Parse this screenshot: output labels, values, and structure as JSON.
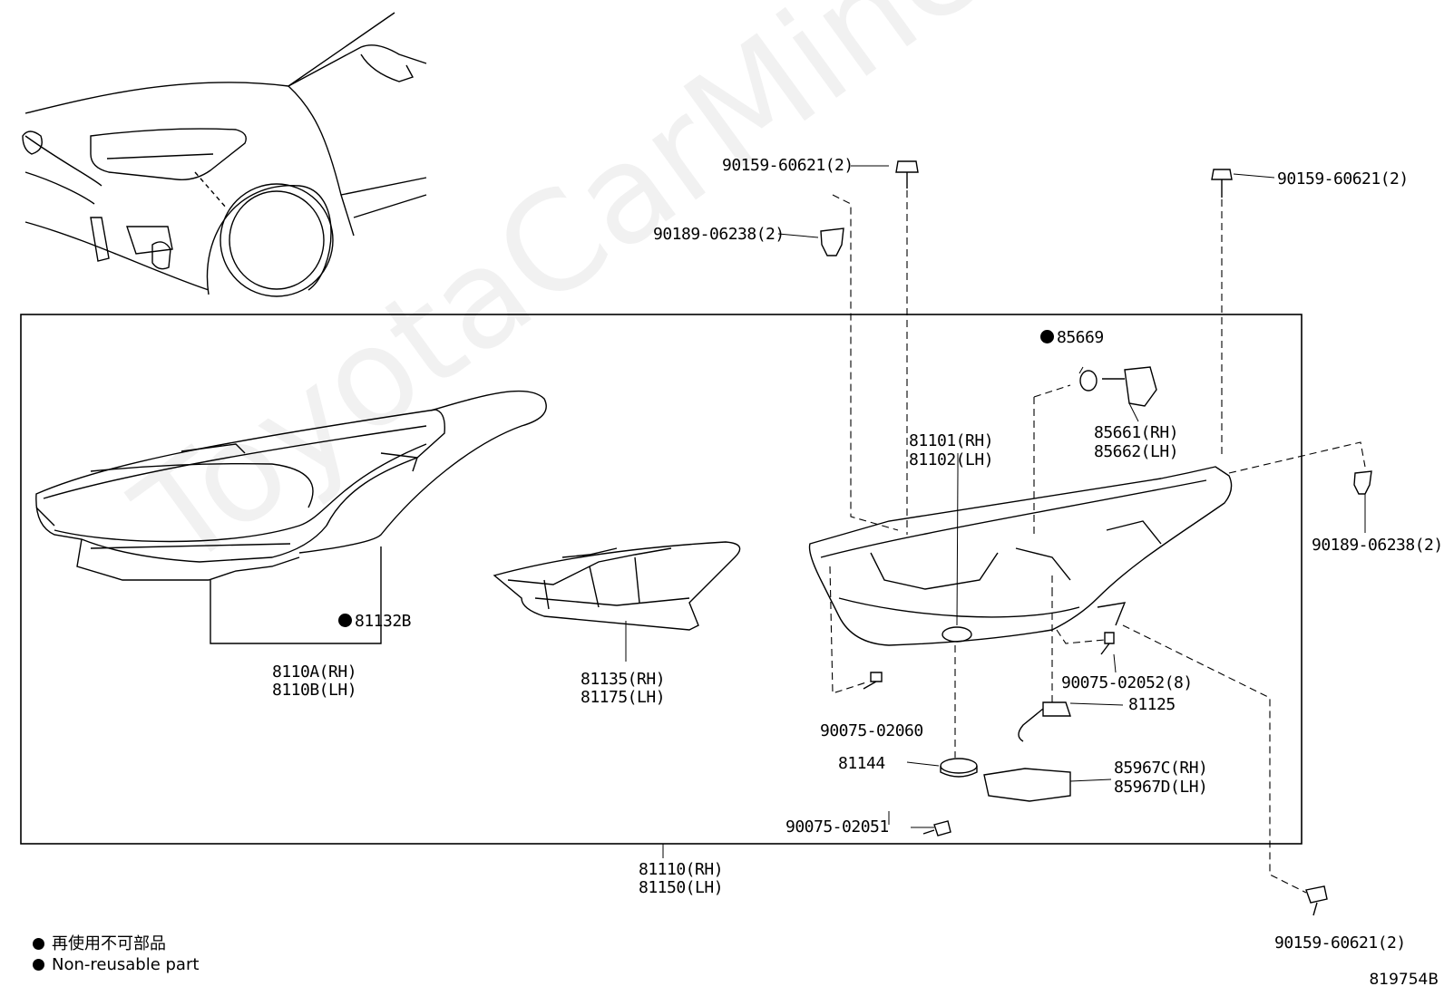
{
  "watermark": "ToyotaCarMine.ru",
  "diagram_code": "819754B",
  "legend": {
    "jp": "再使用不可部品",
    "en": "Non-reusable part"
  },
  "parts": {
    "bolt_top_center": "90159-60621(2)",
    "clip_top_left": "90189-06238(2)",
    "bolt_top_right": "90159-60621(2)",
    "clip_right": "90189-06238(2)",
    "bolt_bottom_right": "90159-60621(2)",
    "seal_85669": "85669",
    "actuator_rh": "85661(RH)",
    "actuator_lh": "85662(LH)",
    "housing_rh": "81101(RH)",
    "housing_lh": "81102(LH)",
    "wire_81132b": "81132B",
    "lens_rh": "8110A(RH)",
    "lens_lh": "8110B(LH)",
    "extension_rh": "81135(RH)",
    "extension_lh": "81175(LH)",
    "screw_02052": "90075-02052(8)",
    "screw_02060": "90075-02060",
    "socket_81125": "81125",
    "cap_81144": "81144",
    "computer_rh": "85967C(RH)",
    "computer_lh": "85967D(LH)",
    "screw_02051": "90075-02051",
    "assy_rh": "81110(RH)",
    "assy_lh": "81150(LH)"
  }
}
